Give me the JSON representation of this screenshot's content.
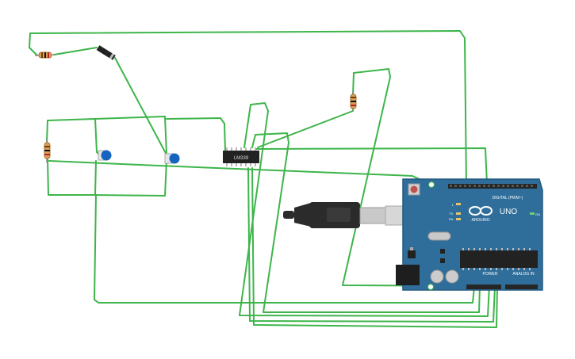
{
  "colors": {
    "background": "#ffffff",
    "wire": "#3db54a",
    "board": "#2f6e9a",
    "board_edge": "#245a80",
    "header": "#262626",
    "resistor_body": "#d9a05b",
    "led_cap": "#1565c0",
    "reset_button": "#c0504d",
    "chip": "#222222",
    "usb_plug": "#2b2b2b",
    "usb_metal": "#c9c9c9"
  },
  "components": {
    "ic_chip": {
      "label": "LM339",
      "icon": "ic-chip-icon"
    },
    "arduino": {
      "brand": "ARDUINO",
      "model": "UNO",
      "digital_label": "DIGITAL (PWM~)",
      "power_label": "POWER",
      "analog_label": "ANALOG IN",
      "tx_label": "TX",
      "rx_label": "RX",
      "l_label": "L",
      "on_label": "ON",
      "logo_icon": "arduino-infinity-icon"
    },
    "usb_cable": {
      "icon": "usb-plug-icon"
    },
    "resistors": [
      {
        "name": "resistor-top-left",
        "icon": "resistor-icon"
      },
      {
        "name": "resistor-left-vertical",
        "icon": "resistor-icon"
      },
      {
        "name": "resistor-right-vertical",
        "icon": "resistor-icon"
      }
    ],
    "diode": {
      "icon": "diode-icon"
    },
    "photodiodes": [
      {
        "name": "photodiode-left",
        "icon": "photodiode-icon"
      },
      {
        "name": "photodiode-right",
        "icon": "photodiode-icon"
      }
    ]
  }
}
